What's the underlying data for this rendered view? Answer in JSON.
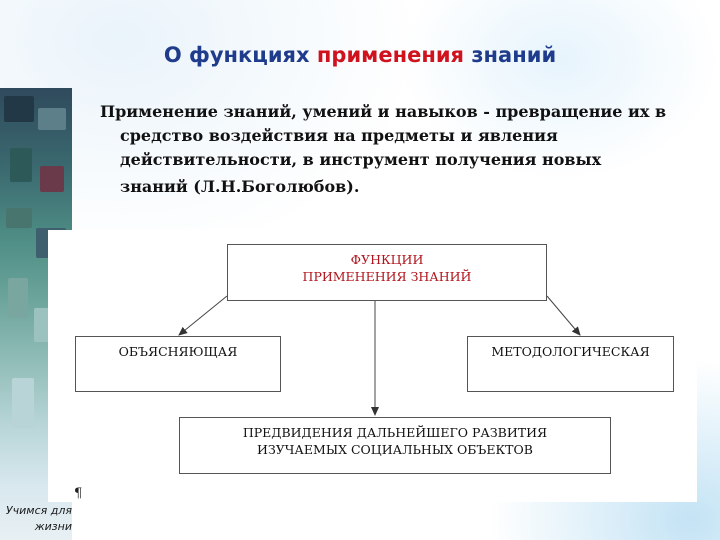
{
  "slide": {
    "title_prefix": "О функциях ",
    "title_highlight": "применения",
    "title_suffix": " знаний",
    "paragraph_lines": [
      "Применение знаний, умений и навыков - превращение их в",
      "средство воздействия на предметы и явления",
      "действительности, в инструмент получения новых",
      "знаний (Л.Н.Боголюбов)."
    ],
    "caption_lines": [
      "Учимся для",
      "жизни"
    ]
  },
  "diagram": {
    "root": {
      "line1": "ФУНКЦИИ",
      "line2": "ПРИМЕНЕНИЯ ЗНАНИЙ"
    },
    "left": {
      "label": "ОБЪЯСНЯЮЩАЯ"
    },
    "right": {
      "label": "МЕТОДОЛОГИЧЕСКАЯ"
    },
    "bottom": {
      "line1": "ПРЕДВИДЕНИЯ ДАЛЬНЕЙШЕГО  РАЗВИТИЯ",
      "line2": "ИЗУЧАЕМЫХ СОЦИАЛЬНЫХ ОБЪЕКТОВ"
    },
    "pilcrow": "¶"
  },
  "colors": {
    "title": "#1f3b8c",
    "highlight": "#d0121f",
    "root_text": "#b0141c"
  }
}
